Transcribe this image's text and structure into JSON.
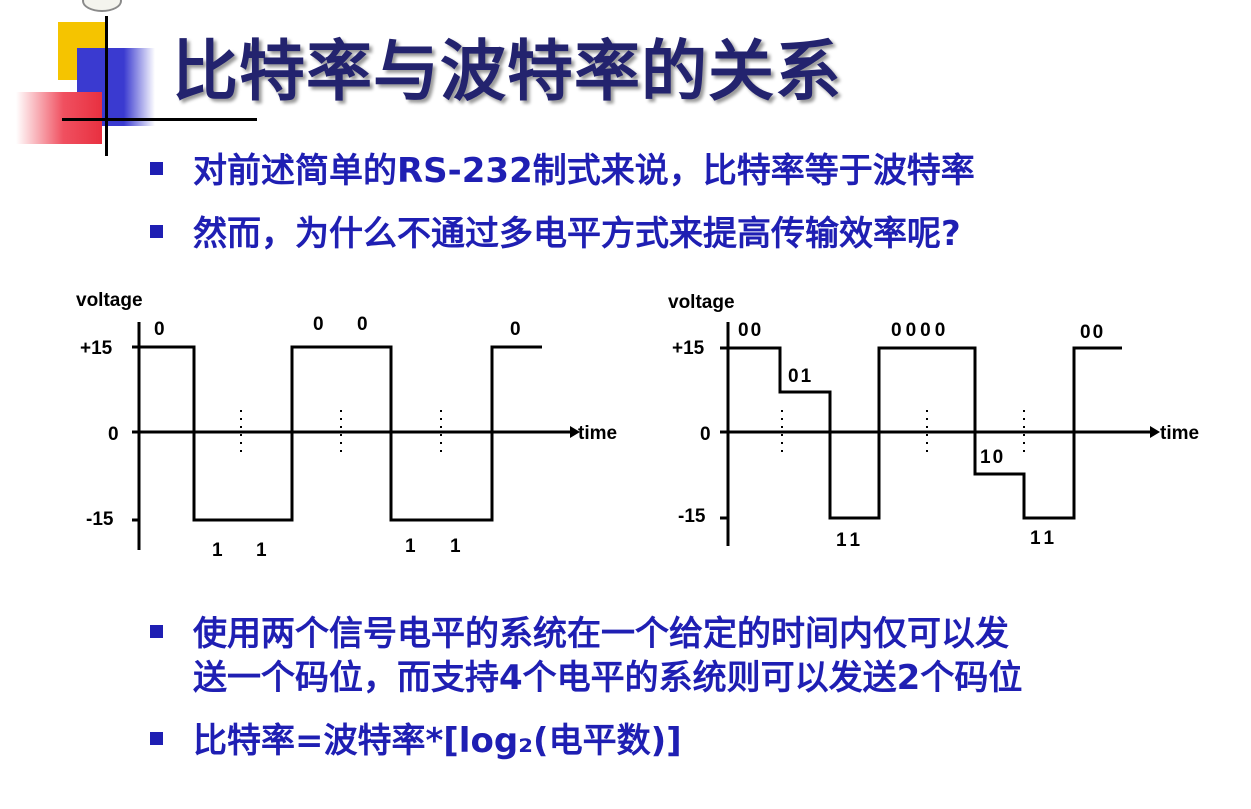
{
  "title": "比特率与波特率的关系",
  "bullets_top": [
    "对前述简单的RS-232制式来说，比特率等于波特率",
    "然而，为什么不通过多电平方式来提高传输效率呢?"
  ],
  "bullets_bottom": {
    "b3_line1": "使用两个信号电平的系统在一个给定的时间内仅可以发",
    "b3_line2": "送一个码位，而支持4个电平的系统则可以发送2个码位",
    "b4": "比特率=波特率*[log₂(电平数)]"
  },
  "diagrams": {
    "left": {
      "y_axis_label": "voltage",
      "x_axis_label": "time",
      "tick_labels": [
        "+15",
        "0",
        "-15"
      ],
      "bit_labels": [
        "0",
        "1",
        "1",
        "0",
        "0",
        "1",
        "1",
        "0"
      ]
    },
    "right": {
      "y_axis_label": "voltage",
      "x_axis_label": "time",
      "tick_labels": [
        "+15",
        "0",
        "-15"
      ],
      "bit_labels": [
        "00",
        "01",
        "11",
        "0000",
        "10",
        "11",
        "00"
      ]
    }
  },
  "colors": {
    "title": "#23236e",
    "bullet_text": "#1f1fb3",
    "accent_yellow": "#f5c400",
    "accent_blue": "#3a3ad0",
    "accent_red": "#e83040"
  }
}
